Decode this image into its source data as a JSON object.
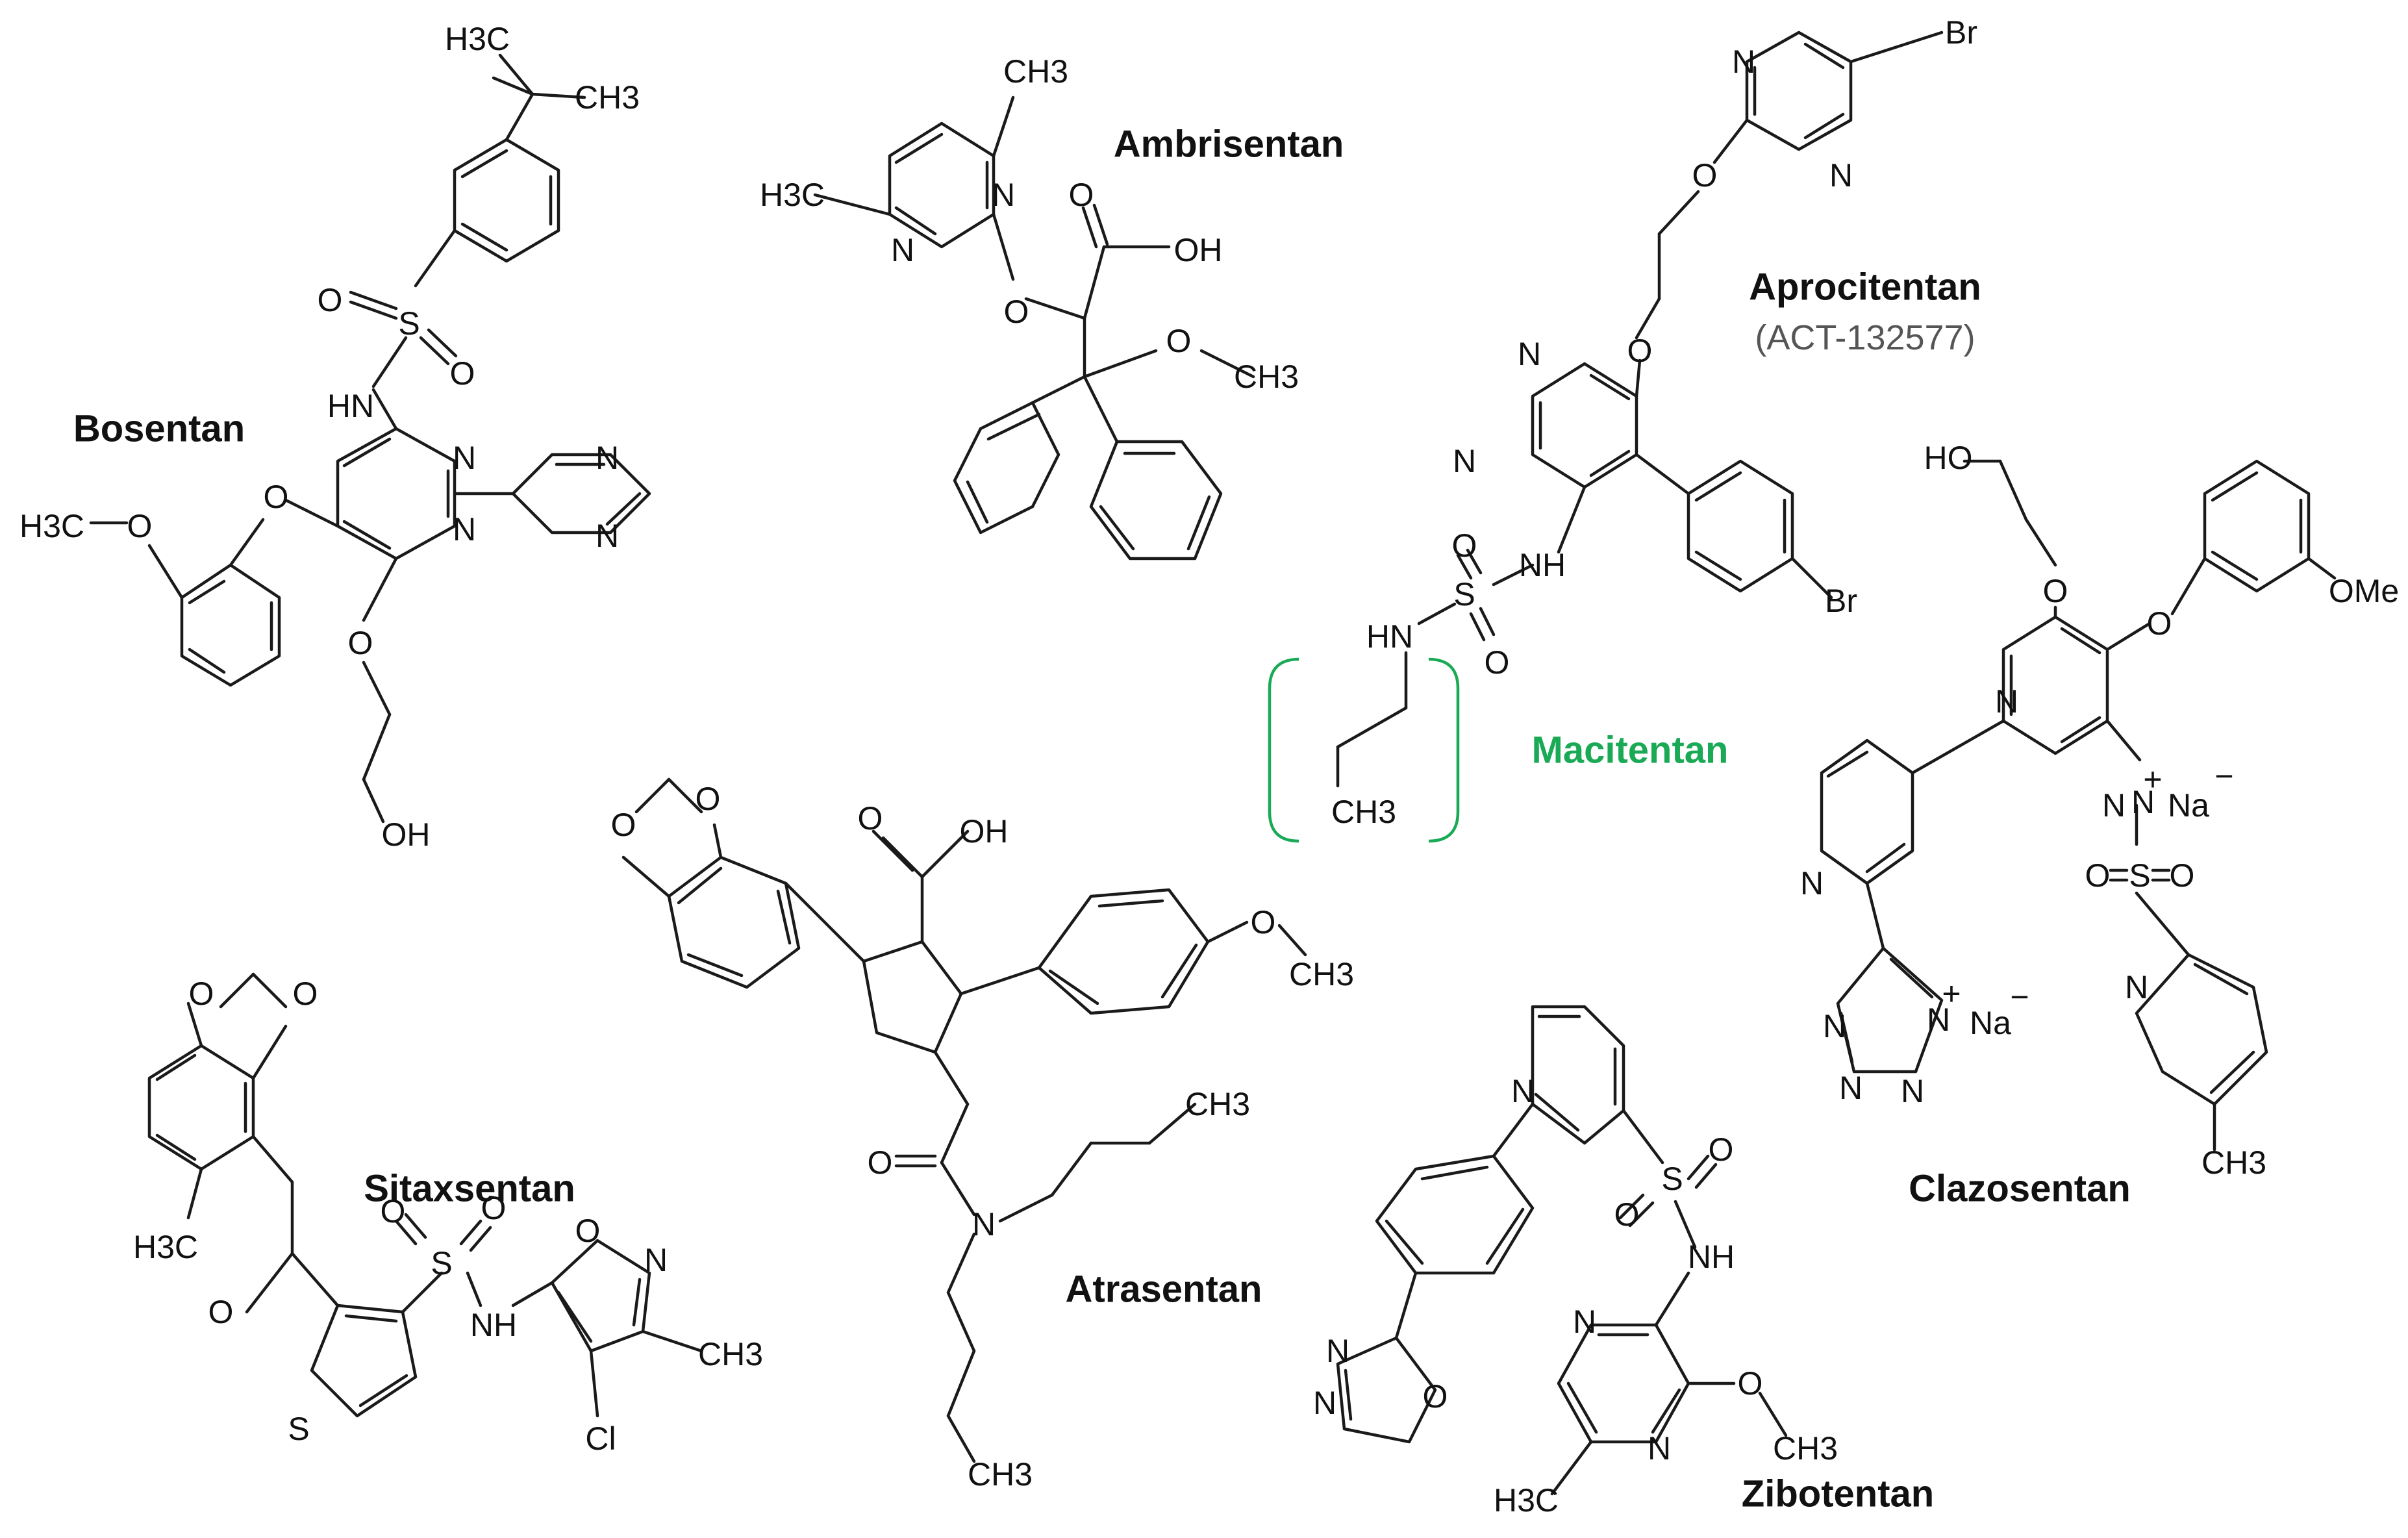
{
  "compounds": [
    {
      "id": "bosentan",
      "name": "Bosentan",
      "color": "#111111"
    },
    {
      "id": "ambrisentan",
      "name": "Ambrisentan",
      "color": "#111111"
    },
    {
      "id": "aprocitentan",
      "name": "Aprocitentan",
      "subtitle": "(ACT-132577)",
      "color": "#111111",
      "subtitle_color": "#555555"
    },
    {
      "id": "macitentan",
      "name": "Macitentan",
      "color": "#1aaa55"
    },
    {
      "id": "clazosentan",
      "name": "Clazosentan",
      "color": "#111111"
    },
    {
      "id": "sitaxsentan",
      "name": "Sitaxsentan",
      "color": "#111111"
    },
    {
      "id": "atrasentan",
      "name": "Atrasentan",
      "color": "#111111"
    },
    {
      "id": "zibotentan",
      "name": "Zibotentan",
      "color": "#111111"
    }
  ],
  "atom_labels": {
    "h3c": "H3C",
    "ch3": "CH3",
    "o": "O",
    "n": "N",
    "s": "S",
    "nh": "NH",
    "hn": "HN",
    "oh": "OH",
    "ho": "HO",
    "br": "Br",
    "cl": "Cl",
    "ome": "OMe",
    "na": "Na",
    "plus": "+",
    "minus": "−"
  },
  "macitentan_bracket_color": "#1aaa55"
}
